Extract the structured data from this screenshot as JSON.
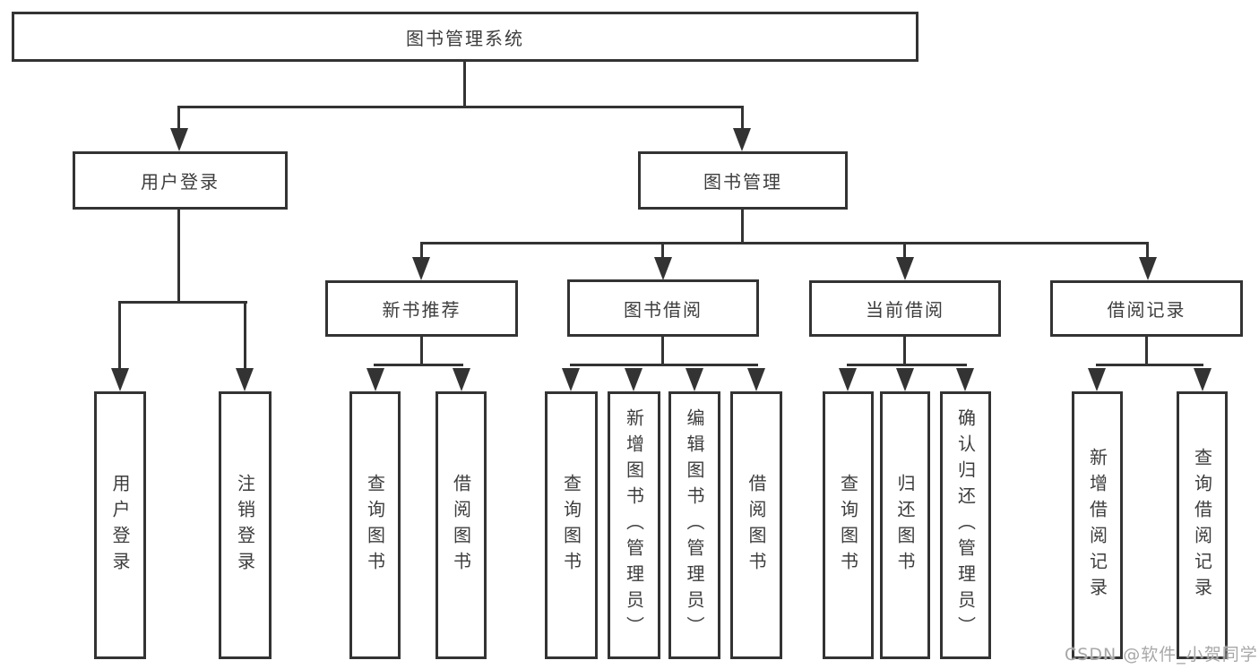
{
  "root": {
    "label": "图书管理系统"
  },
  "level2": {
    "user_login": {
      "label": "用户登录"
    },
    "book_management": {
      "label": "图书管理"
    }
  },
  "level3": {
    "new_book_recommend": {
      "label": "新书推荐"
    },
    "book_borrowing": {
      "label": "图书借阅"
    },
    "current_borrowing": {
      "label": "当前借阅"
    },
    "borrowing_records": {
      "label": "借阅记录"
    }
  },
  "leaves": {
    "user_login": {
      "label": "用户登录"
    },
    "logout": {
      "label": "注销登录"
    },
    "recommend_query_books": {
      "label": "查询图书"
    },
    "recommend_borrow_books": {
      "label": "借阅图书"
    },
    "borrowing_query_books": {
      "label": "查询图书"
    },
    "borrowing_add_books_admin": {
      "label": "新增图书（管理员）"
    },
    "borrowing_edit_books_admin": {
      "label": "编辑图书（管理员）"
    },
    "borrowing_borrow_books": {
      "label": "借阅图书"
    },
    "current_query_books": {
      "label": "查询图书"
    },
    "current_return_books": {
      "label": "归还图书"
    },
    "current_confirm_return_admin": {
      "label": "确认归还（管理员）"
    },
    "records_add_record": {
      "label": "新增借阅记录"
    },
    "records_query_record": {
      "label": "查询借阅记录"
    }
  },
  "watermark": {
    "label": "CSDN @软件_小贺同学"
  },
  "colors": {
    "line": "#333333",
    "text": "#3d3d3d",
    "watermark": "#a8a8a8",
    "background": "#ffffff"
  }
}
